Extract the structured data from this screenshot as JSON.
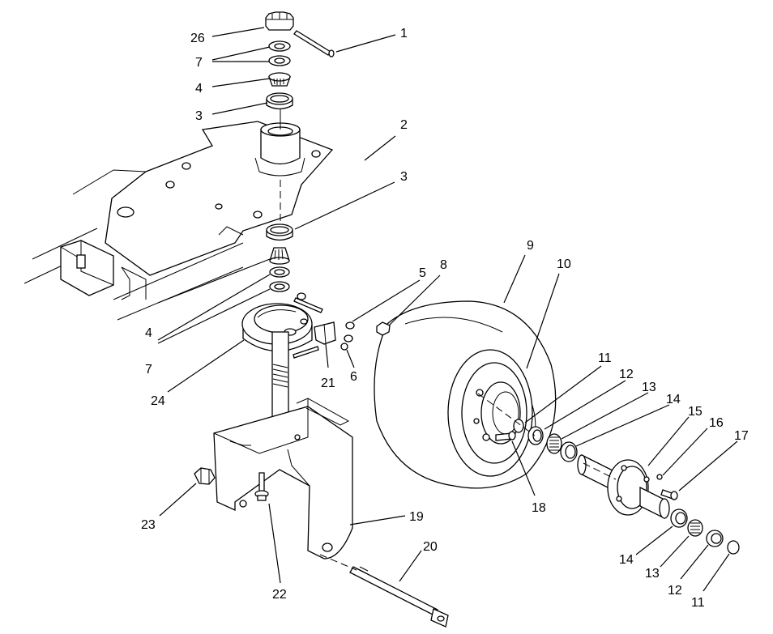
{
  "diagram": {
    "type": "exploded-parts-view",
    "callouts": [
      {
        "id": "c-26",
        "label": "26"
      },
      {
        "id": "c-1",
        "label": "1"
      },
      {
        "id": "c-7a",
        "label": "7"
      },
      {
        "id": "c-4a",
        "label": "4"
      },
      {
        "id": "c-3a",
        "label": "3"
      },
      {
        "id": "c-2",
        "label": "2"
      },
      {
        "id": "c-3b",
        "label": "3"
      },
      {
        "id": "c-5",
        "label": "5"
      },
      {
        "id": "c-8",
        "label": "8"
      },
      {
        "id": "c-9",
        "label": "9"
      },
      {
        "id": "c-10",
        "label": "10"
      },
      {
        "id": "c-4b",
        "label": "4"
      },
      {
        "id": "c-7b",
        "label": "7"
      },
      {
        "id": "c-21",
        "label": "21"
      },
      {
        "id": "c-6",
        "label": "6"
      },
      {
        "id": "c-24",
        "label": "24"
      },
      {
        "id": "c-11a",
        "label": "11"
      },
      {
        "id": "c-12a",
        "label": "12"
      },
      {
        "id": "c-13a",
        "label": "13"
      },
      {
        "id": "c-14a",
        "label": "14"
      },
      {
        "id": "c-15",
        "label": "15"
      },
      {
        "id": "c-16",
        "label": "16"
      },
      {
        "id": "c-17",
        "label": "17"
      },
      {
        "id": "c-18",
        "label": "18"
      },
      {
        "id": "c-23",
        "label": "23"
      },
      {
        "id": "c-19",
        "label": "19"
      },
      {
        "id": "c-20",
        "label": "20"
      },
      {
        "id": "c-22",
        "label": "22"
      },
      {
        "id": "c-14b",
        "label": "14"
      },
      {
        "id": "c-13b",
        "label": "13"
      },
      {
        "id": "c-12b",
        "label": "12"
      },
      {
        "id": "c-11b",
        "label": "11"
      }
    ]
  }
}
